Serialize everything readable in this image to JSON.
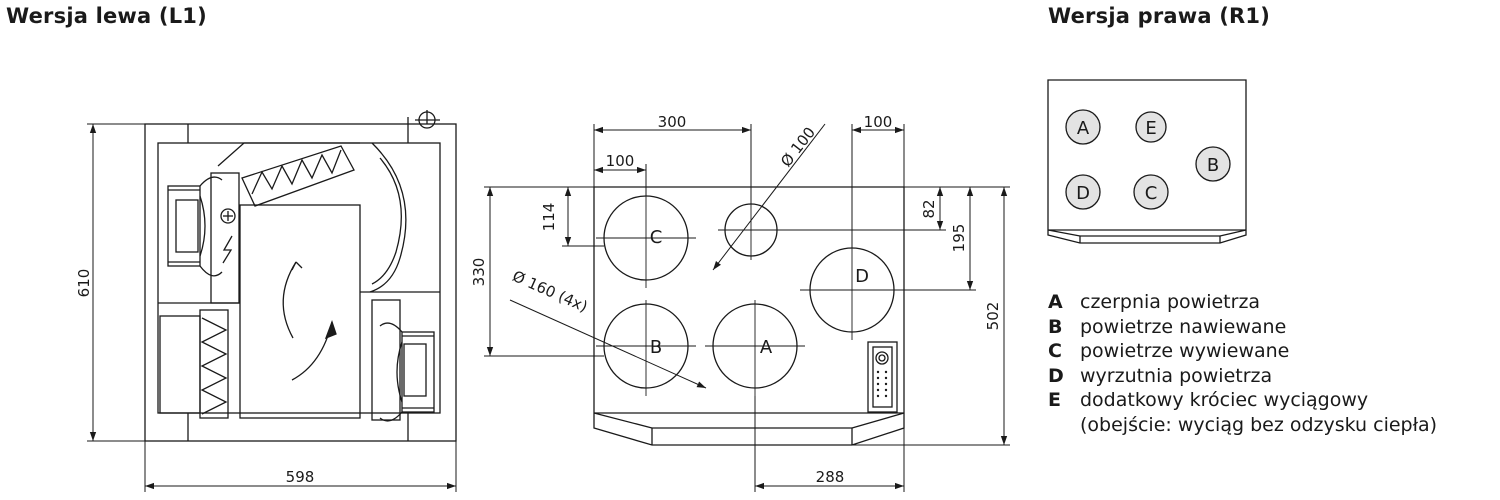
{
  "headings": {
    "left": "Wersja lewa (L1)",
    "right": "Wersja prawa (R1)"
  },
  "left_unit": {
    "height_dim": "610",
    "width_dim": "598"
  },
  "front_view": {
    "dims": {
      "d300": "300",
      "d100_left": "100",
      "d100_top": "100",
      "d114": "114",
      "d330": "330",
      "d82": "82",
      "d195": "195",
      "d502": "502",
      "d288": "288",
      "dia100": "Ø 100",
      "dia160": "Ø 160 (4x)"
    },
    "ports": [
      "C",
      "B",
      "A",
      "D"
    ]
  },
  "right_unit": {
    "ports": [
      "A",
      "E",
      "B",
      "D",
      "C"
    ]
  },
  "legend": {
    "items": [
      {
        "key": "A",
        "label": "czerpnia powietrza"
      },
      {
        "key": "B",
        "label": "powietrze nawiewane"
      },
      {
        "key": "C",
        "label": "powietrze wywiewane"
      },
      {
        "key": "D",
        "label": "wyrzutnia powietrza"
      },
      {
        "key": "E",
        "label": "dodatkowy króciec wyciągowy"
      }
    ],
    "note": "(obejście: wyciąg bez odzysku ciepła)"
  }
}
